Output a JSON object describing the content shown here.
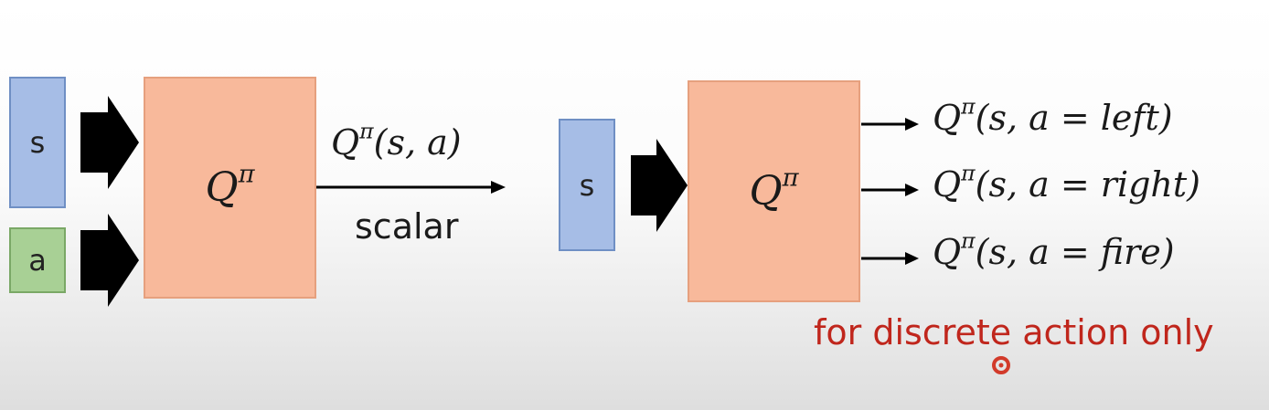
{
  "left_diagram": {
    "input_state": "s",
    "input_action": "a",
    "network_symbol": {
      "base": "Q",
      "sup": "π"
    },
    "output": {
      "base": "Q",
      "sup": "π",
      "args": "(s, a)"
    },
    "output_caption": "scalar"
  },
  "right_diagram": {
    "input_state": "s",
    "network_symbol": {
      "base": "Q",
      "sup": "π"
    },
    "outputs": [
      {
        "base": "Q",
        "sup": "π",
        "args": "(s, a = left)"
      },
      {
        "base": "Q",
        "sup": "π",
        "args": "(s, a = right)"
      },
      {
        "base": "Q",
        "sup": "π",
        "args": "(s, a = fire)"
      }
    ],
    "note": "for discrete action only"
  },
  "colors": {
    "state_box": "#a6bde6",
    "action_box": "#a8d095",
    "network_box": "#f8b99b",
    "note_text": "#c0261c"
  }
}
